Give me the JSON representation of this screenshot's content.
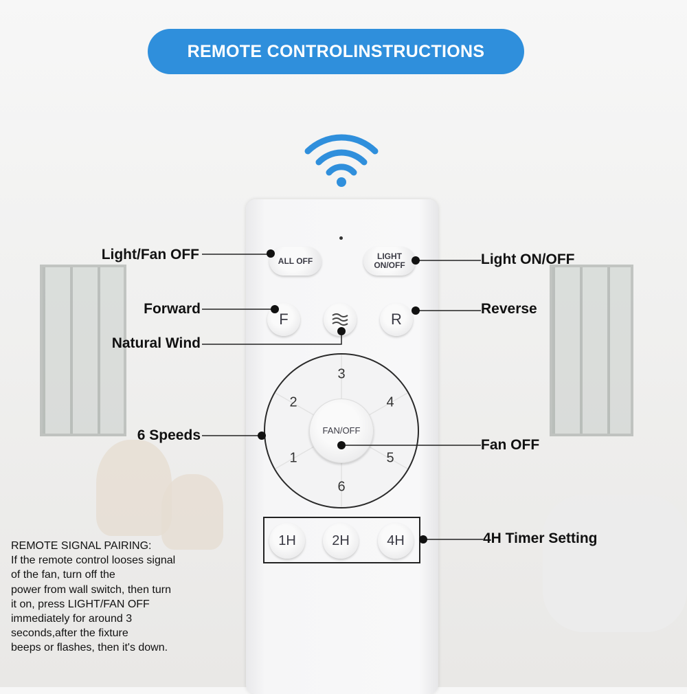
{
  "title": "REMOTE CONTROLINSTRUCTIONS",
  "colors": {
    "accent": "#2f8fdc"
  },
  "remote": {
    "all_off": "ALL OFF",
    "light_on_off_1": "LIGHT",
    "light_on_off_2": "ON/OFF",
    "forward": "F",
    "reverse": "R",
    "wind_icon": "natural-wind-icon",
    "speeds": [
      "1",
      "2",
      "3",
      "4",
      "5",
      "6"
    ],
    "fan_off": "FAN/OFF",
    "timers": [
      "1H",
      "2H",
      "4H"
    ]
  },
  "labels": {
    "light_fan_off": "Light/Fan OFF",
    "light_on_off": "Light ON/OFF",
    "forward": "Forward",
    "reverse": "Reverse",
    "natural_wind": "Natural Wind",
    "six_speeds": "6 Speeds",
    "fan_off": "Fan OFF",
    "timer": "4H Timer Setting"
  },
  "note": {
    "heading": "REMOTE SIGNAL PAIRING:",
    "lines": [
      "If the remote control looses signal",
      "of the fan, turn off the",
      "power from wall switch, then turn",
      "it on, press LIGHT/FAN OFF",
      "immediately for around 3",
      "seconds,after the fixture",
      "beeps or flashes, then it's down."
    ]
  }
}
